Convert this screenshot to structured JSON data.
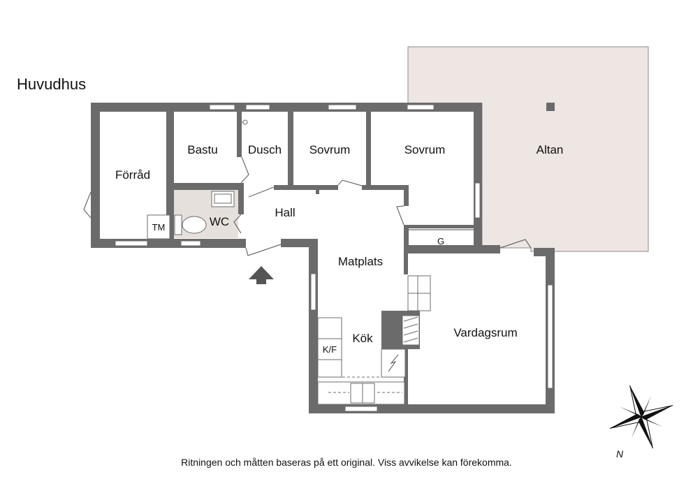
{
  "title": "Huvudhus",
  "caption": "Ritningen och måtten baseras på ett original. Viss avvikelse kan förekomma.",
  "colors": {
    "wall": "#6b6b6b",
    "altan_fill": "#ede6e3",
    "wc_fill": "#e6e0dd",
    "window_fill": "#ffffff",
    "arrow_fill": "#555555"
  },
  "rooms": {
    "forrad": "Förråd",
    "bastu": "Bastu",
    "dusch": "Dusch",
    "sovrum_1": "Sovrum",
    "sovrum_2": "Sovrum",
    "altan": "Altan",
    "wc": "WC",
    "hall": "Hall",
    "g": "G",
    "matplats": "Matplats",
    "kok": "Kök",
    "vardagsrum": "Vardagsrum"
  },
  "fixtures": {
    "tm": "TM",
    "kf": "K/F"
  },
  "compass": {
    "north_label": "N"
  }
}
